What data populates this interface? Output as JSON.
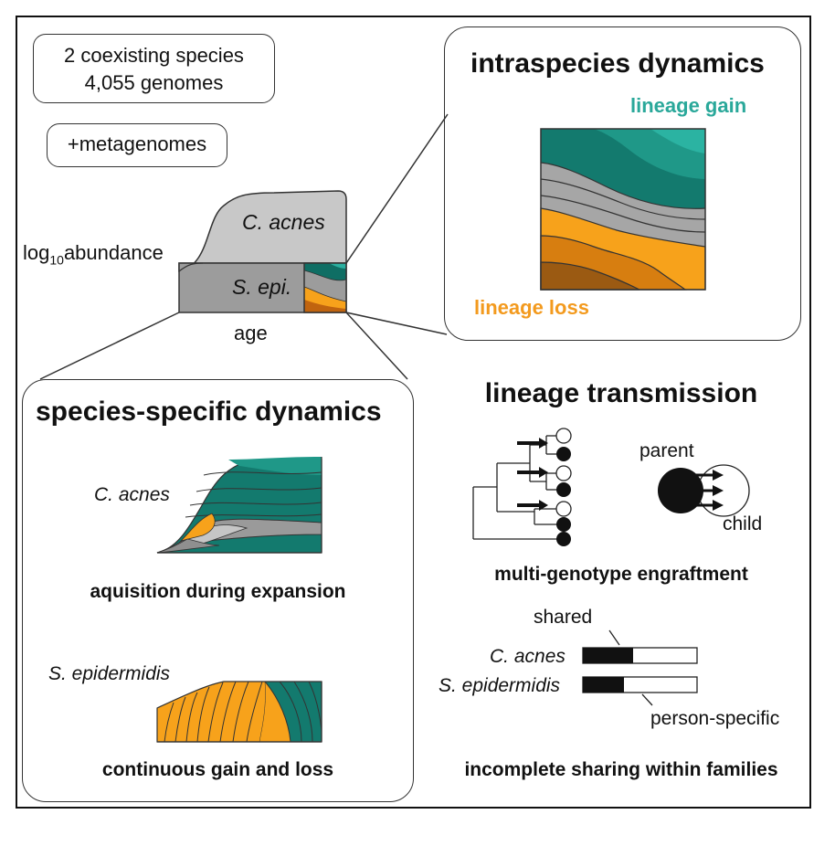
{
  "info_box": {
    "line1": "2 coexisting species",
    "line2": "4,055 genomes"
  },
  "meta_box": {
    "label": "+metagenomes"
  },
  "abundance_plot": {
    "y_label_main": "log",
    "y_label_sub": "10",
    "y_label_rest": "abundance",
    "x_label": "age",
    "species_top": "C. acnes",
    "species_bottom": "S. epi."
  },
  "intraspecies_panel": {
    "title": "intraspecies dynamics",
    "gain_label": "lineage gain",
    "loss_label": "lineage loss"
  },
  "species_panel": {
    "title": "species-specific dynamics",
    "c_acnes_label": "C. acnes",
    "c_acnes_caption": "aquisition during expansion",
    "s_epi_label": "S. epidermidis",
    "s_epi_caption": "continuous gain and loss"
  },
  "transmission_panel": {
    "title": "lineage transmission",
    "parent_label": "parent",
    "child_label": "child",
    "engraftment_caption": "multi-genotype engraftment",
    "shared_label": "shared",
    "person_specific_label": "person-specific",
    "bar_rows": [
      {
        "species": "C. acnes",
        "shared_fraction": 0.44
      },
      {
        "species": "S. epidermidis",
        "shared_fraction": 0.36
      }
    ],
    "sharing_caption": "incomplete sharing within families"
  },
  "colors": {
    "teal_dark": "#0f6e64",
    "teal_mid": "#1a8a7c",
    "teal_light": "#2bb0a0",
    "gray_light": "#c8c8c8",
    "gray_mid": "#a0a0a0",
    "gray_dark": "#8a8a8a",
    "orange": "#f7a21b",
    "orange_dark": "#d97f12",
    "brown": "#9b5a12",
    "gain_text": "#2aa89a",
    "loss_text": "#f39a1e"
  }
}
